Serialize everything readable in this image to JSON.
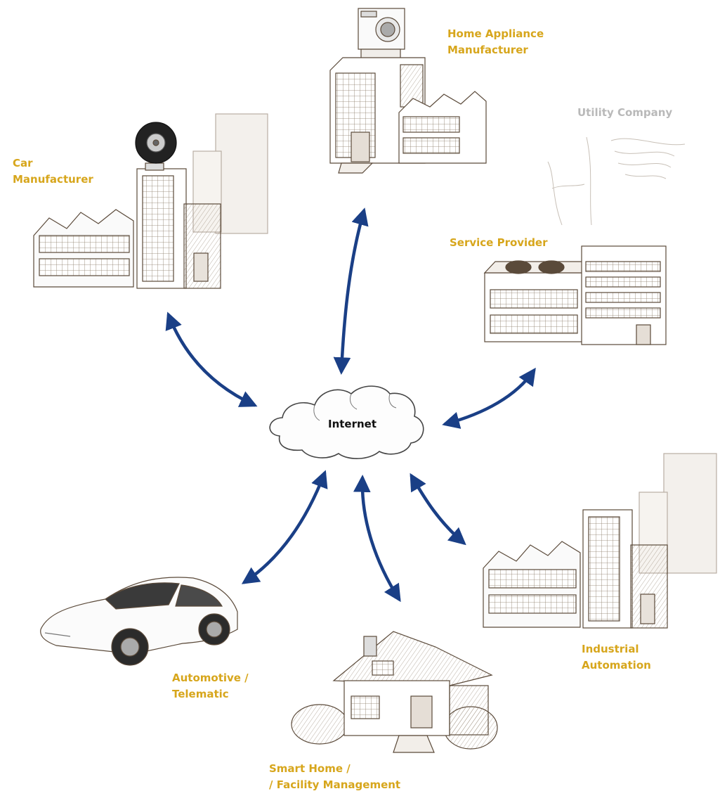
{
  "center": {
    "label": "Internet"
  },
  "nodes": {
    "car_manufacturer": {
      "label": "Car\nManufacturer"
    },
    "home_appliance": {
      "label": "Home Appliance\nManufacturer"
    },
    "utility": {
      "label": "Utility Company"
    },
    "service_provider": {
      "label": "Service Provider"
    },
    "industrial": {
      "label": "Industrial\n  Automation"
    },
    "smart_home": {
      "label": "Smart Home /\n/ Facility Management"
    },
    "automotive": {
      "label": "Automotive /\nTelematic"
    }
  },
  "colors": {
    "arrow": "#1a3f86",
    "label": "#d7a61c",
    "label_faded": "#b9b9b9",
    "sketch": "#5b4a3a"
  },
  "connections": [
    {
      "from": "internet",
      "to": "car_manufacturer",
      "direction": "both"
    },
    {
      "from": "internet",
      "to": "home_appliance",
      "direction": "both"
    },
    {
      "from": "internet",
      "to": "service_provider",
      "direction": "both"
    },
    {
      "from": "internet",
      "to": "industrial",
      "direction": "both"
    },
    {
      "from": "internet",
      "to": "smart_home",
      "direction": "both"
    },
    {
      "from": "internet",
      "to": "automotive",
      "direction": "both"
    }
  ]
}
